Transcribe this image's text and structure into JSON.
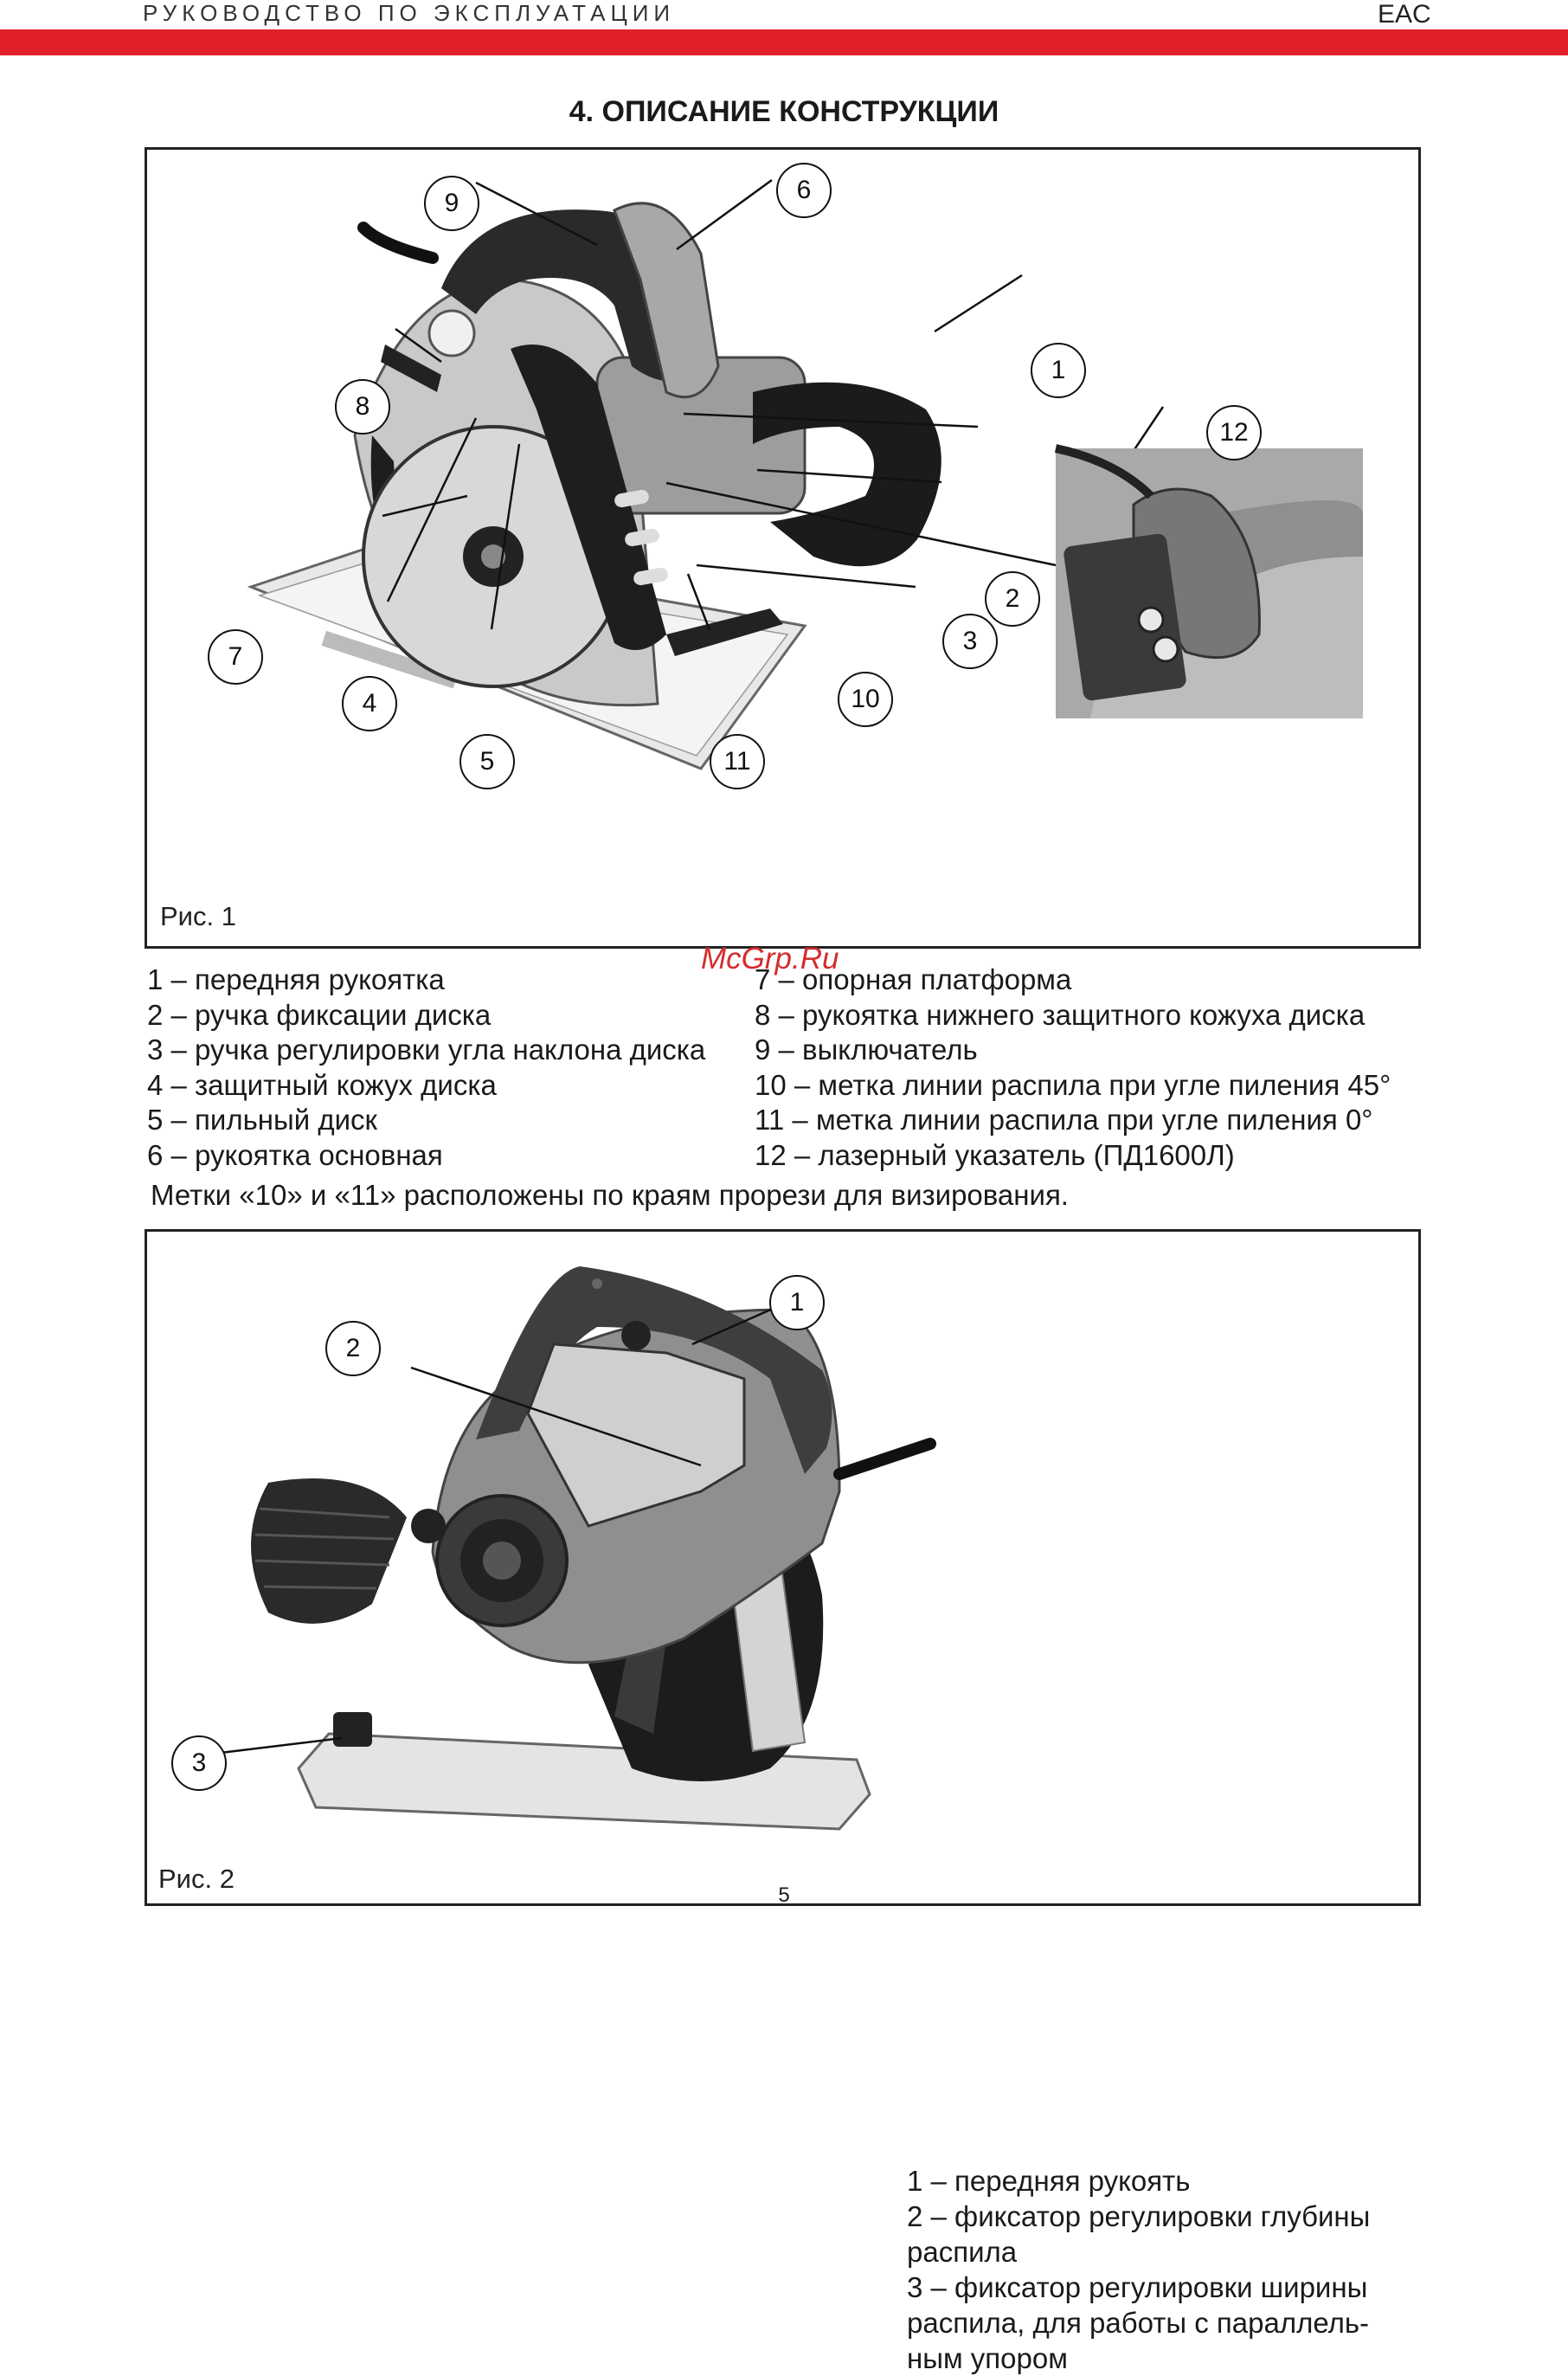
{
  "header": {
    "manual_title": "РУКОВОДСТВО ПО ЭКСПЛУАТАЦИИ",
    "mark": "EAC",
    "accent_color": "#e0202a"
  },
  "section_title": "4. ОПИСАНИЕ КОНСТРУКЦИИ",
  "figure1": {
    "label": "Рис. 1",
    "callouts": [
      "1",
      "2",
      "3",
      "4",
      "5",
      "6",
      "7",
      "8",
      "9",
      "10",
      "11",
      "12"
    ],
    "legend_left": [
      "1 – передняя рукоятка",
      "2 – ручка фиксации диска",
      "3 – ручка регулировки угла наклона диска",
      "4 – защитный кожух диска",
      "5 – пильный диск",
      "6 – рукоятка основная"
    ],
    "legend_right": [
      "7 – опорная платформа",
      "8 – рукоятка нижнего защитного кожуха диска",
      "9 – выключатель",
      "10 – метка линии распила при угле пиления 45°",
      "11 – метка линии распила при угле пиления 0°",
      "12 – лазерный указатель (ПД1600Л)"
    ],
    "note": "Метки «10» и «11» расположены по краям прорези для визирования."
  },
  "watermark": "McGrp.Ru",
  "figure2": {
    "label": "Рис. 2",
    "callouts": [
      "1",
      "2",
      "3"
    ],
    "legend": [
      "1 – передняя рукоять",
      "2 – фиксатор регулировки глубины распила",
      "3 – фиксатор регулировки ширины распила, для работы с параллель-ным упором"
    ]
  },
  "page_number": "5"
}
